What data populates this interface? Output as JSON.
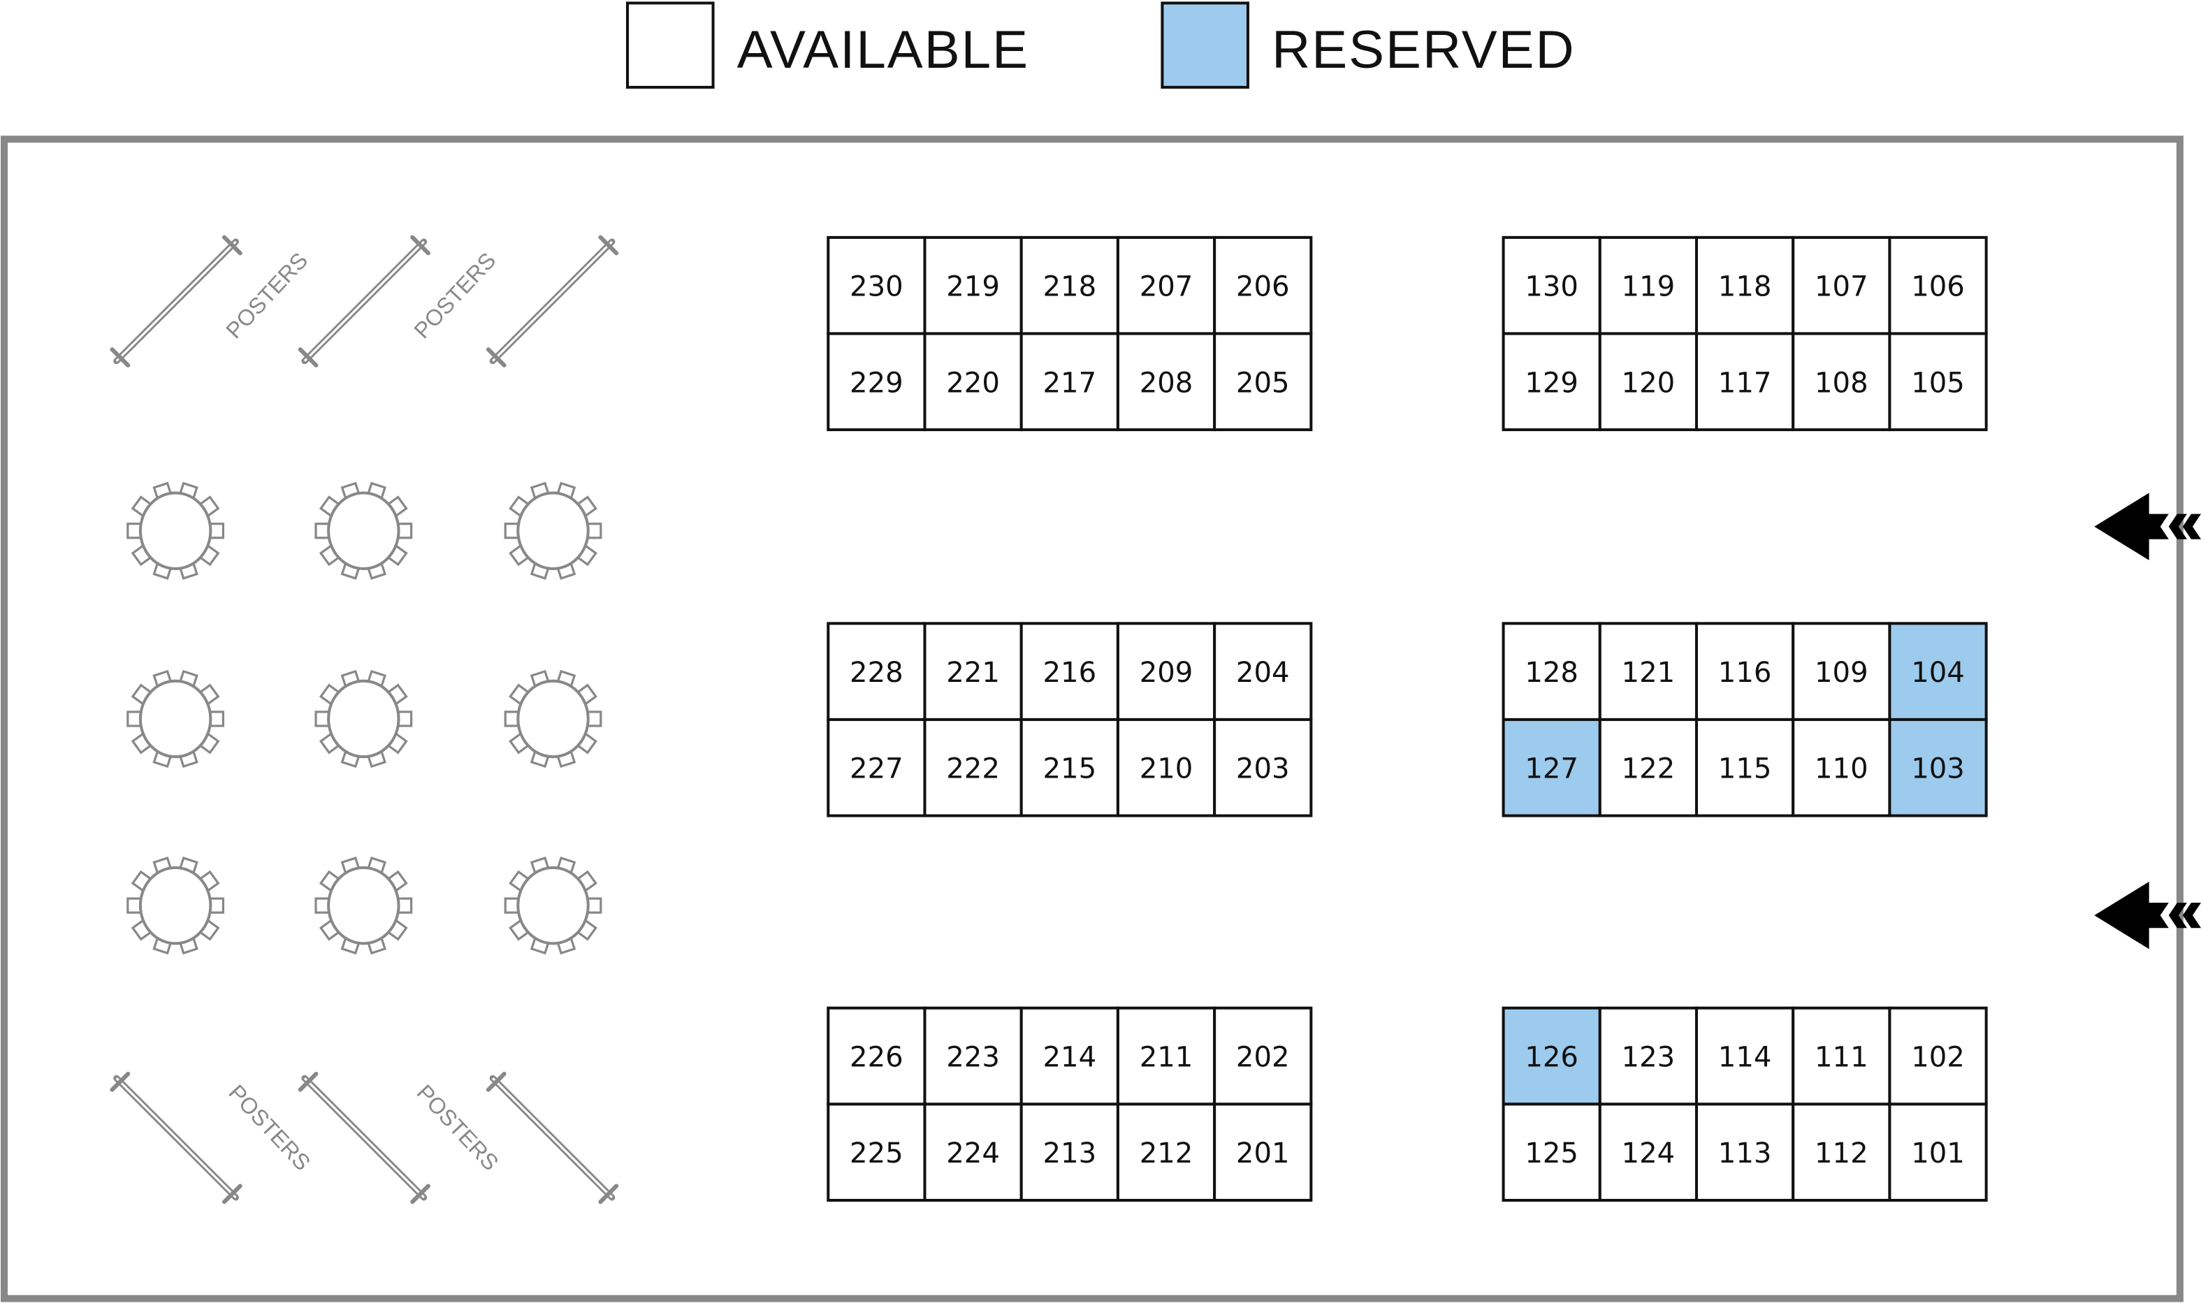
{
  "legend": {
    "available_label": "AVAILABLE",
    "reserved_label": "RESERVED"
  },
  "colors": {
    "available": "#ffffff",
    "reserved": "#9ccbee",
    "border": "#888888",
    "furniture": "#888888"
  },
  "poster_label": "POSTERS",
  "booth_blocks": [
    {
      "rows": [
        [
          "230",
          "219",
          "218",
          "207",
          "206"
        ],
        [
          "229",
          "220",
          "217",
          "208",
          "205"
        ]
      ]
    },
    {
      "rows": [
        [
          "130",
          "119",
          "118",
          "107",
          "106"
        ],
        [
          "129",
          "120",
          "117",
          "108",
          "105"
        ]
      ]
    },
    {
      "rows": [
        [
          "228",
          "221",
          "216",
          "209",
          "204"
        ],
        [
          "227",
          "222",
          "215",
          "210",
          "203"
        ]
      ]
    },
    {
      "rows": [
        [
          "128",
          "121",
          "116",
          "109",
          "104"
        ],
        [
          "127",
          "122",
          "115",
          "110",
          "103"
        ]
      ]
    },
    {
      "rows": [
        [
          "226",
          "223",
          "214",
          "211",
          "202"
        ],
        [
          "225",
          "224",
          "213",
          "212",
          "201"
        ]
      ]
    },
    {
      "rows": [
        [
          "126",
          "123",
          "114",
          "111",
          "102"
        ],
        [
          "125",
          "124",
          "113",
          "112",
          "101"
        ]
      ]
    }
  ],
  "reserved_booths": [
    "104",
    "127",
    "103",
    "126"
  ],
  "round_table_count": 9,
  "chairs_per_table": 10,
  "entrances": [
    "entrance-arrow-upper",
    "entrance-arrow-lower"
  ]
}
